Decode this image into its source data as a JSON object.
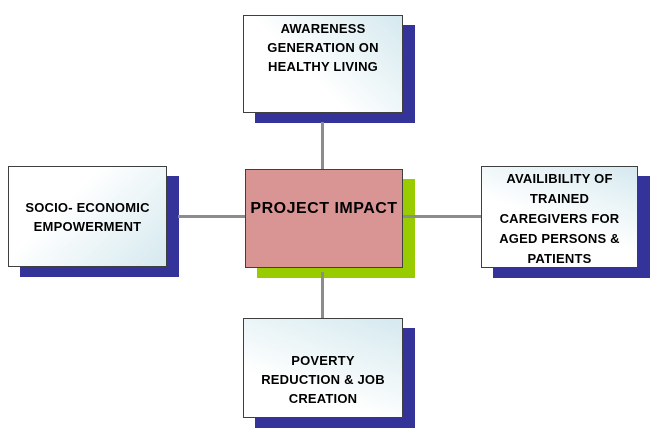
{
  "diagram": {
    "center_node": {
      "label": "PROJECT IMPACT"
    },
    "nodes": [
      {
        "id": "awareness",
        "position": "top",
        "label": "AWARENESS\nGENERATION ON\nHEALTHY LIVING"
      },
      {
        "id": "socio-economic",
        "position": "left",
        "label": "SOCIO- ECONOMIC\nEMPOWERMENT"
      },
      {
        "id": "caregivers",
        "position": "right",
        "label": "AVAILIBILITY OF\nTRAINED\nCAREGIVERS FOR\nAGED PERSONS &\nPATIENTS"
      },
      {
        "id": "poverty",
        "position": "bottom",
        "label": "POVERTY\nREDUCTION & JOB\nCREATION"
      }
    ],
    "colors": {
      "background": "#ffffff",
      "box_gradient_light": "#ffffff",
      "box_gradient_blue": "#d5e9ef",
      "box_border": "#3f3f3f",
      "node_shadow": "#333399",
      "center_fill": "#d99494",
      "center_shadow": "#99cc00",
      "connector": "#8c8c8c",
      "text": "#000000"
    }
  }
}
